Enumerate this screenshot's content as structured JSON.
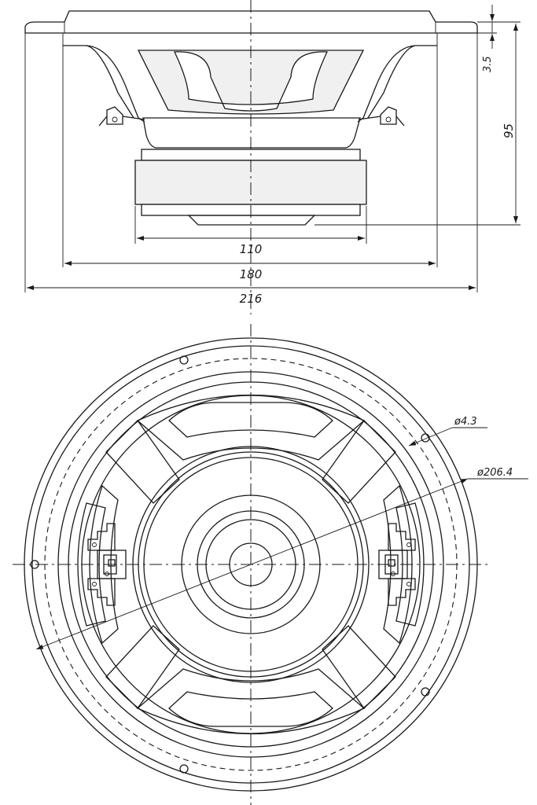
{
  "side_view": {
    "dimensions": {
      "magnet_diameter": "110",
      "frame_diameter": "180",
      "overall_diameter": "216",
      "total_depth": "95",
      "flange_thickness": "3.5"
    }
  },
  "front_view": {
    "dimensions": {
      "mounting_hole_diameter": "ø4.3",
      "bolt_circle_diameter": "ø206.4"
    }
  }
}
